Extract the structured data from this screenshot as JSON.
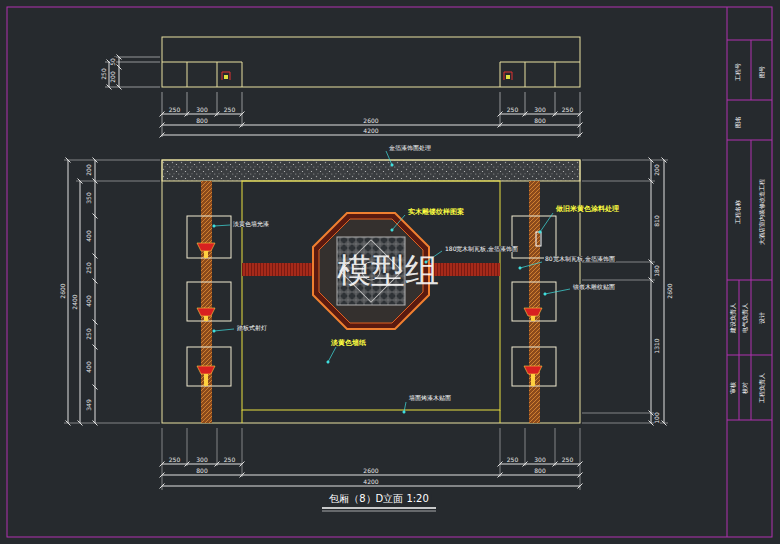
{
  "diagram": {
    "caption": "包厢（8）D立面 1:20",
    "labels": [
      "250",
      "50",
      "200",
      "250",
      "300",
      "250",
      "250",
      "300",
      "250",
      "800",
      "2600",
      "800",
      "4200",
      "金箔漆饰面处理",
      "实木雕镂纹样图案",
      "做旧米黄色涂料处理",
      "淡黄色墙光漆",
      "180宽木制瓦板,金箔漆饰面",
      "80宽木制瓦板,金箔漆饰面",
      "镶嵌木雕纹贴面",
      "踏板式射灯",
      "淡黄色墙纸",
      "墙面烤漆木贴面",
      "模型组",
      "200",
      "350",
      "400",
      "250",
      "400",
      "250",
      "400",
      "349",
      "2400",
      "2600",
      "200",
      "810",
      "180",
      "1310",
      "100",
      "2600",
      "250",
      "300",
      "250",
      "250",
      "300",
      "250",
      "800",
      "2600",
      "800",
      "4200",
      "工程号",
      "图号",
      "图名",
      "工程名称",
      "大酒店室内装修改造工程",
      "建设负责人",
      "电气负责人",
      "设计",
      "审核",
      "校对",
      "工程负责人"
    ]
  }
}
